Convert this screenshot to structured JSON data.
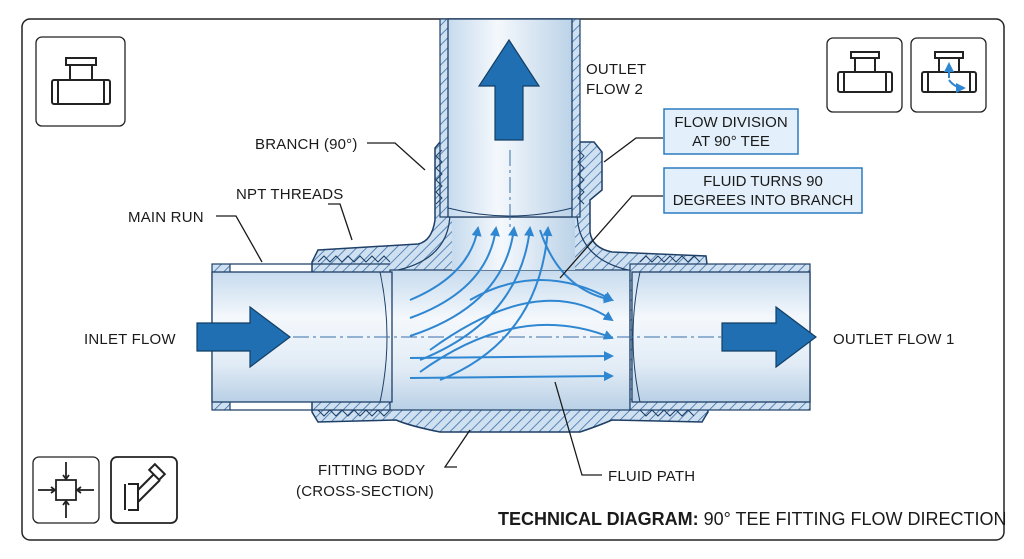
{
  "labels": {
    "outlet_flow_2": [
      "OUTLET",
      "FLOW 2"
    ],
    "branch": "BRANCH (90°)",
    "npt_threads": "NPT THREADS",
    "main_run": "MAIN RUN",
    "inlet_flow": "INLET FLOW",
    "outlet_flow_1": "OUTLET FLOW 1",
    "fitting_body": [
      "FITTING BODY",
      "(CROSS-SECTION)"
    ],
    "fluid_path": "FLUID PATH"
  },
  "callouts": {
    "flow_division": [
      "FLOW DIVISION",
      "AT 90° TEE"
    ],
    "fluid_turns": [
      "FLUID TURNS 90",
      "DEGREES INTO BRANCH"
    ]
  },
  "footer": {
    "bold": "TECHNICAL DIAGRAM:",
    "rest": " 90° TEE FITTING FLOW DIRECTION"
  },
  "icons": {
    "top_left": "tee-fitting-icon",
    "top_right_1": "tee-fitting-side-icon",
    "top_right_2": "tee-flow-direction-icon",
    "bottom_left_1": "cross-fitting-icon",
    "bottom_left_2": "wye-fitting-icon"
  },
  "colors": {
    "arrow_dark": "#1f6fb2",
    "arrow_light": "#4a9fdf",
    "pipe_fill": "#dde9f5",
    "callout_fill": "#e3f0fb",
    "callout_border": "#2d7cc0",
    "hatch": "#3a6fa8"
  }
}
